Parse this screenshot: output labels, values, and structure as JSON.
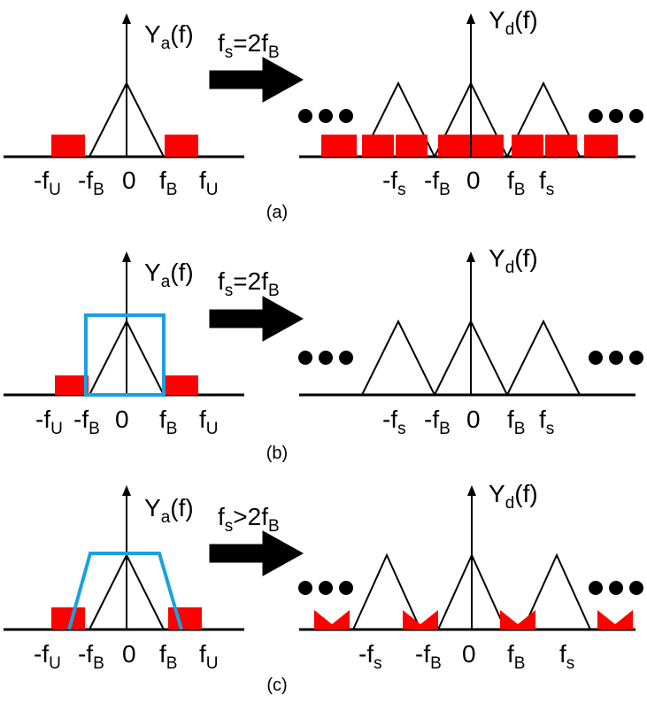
{
  "panels": [
    {
      "id": "a",
      "caption": "(a)",
      "analog": {
        "fn": "Y",
        "fn_sub": "a",
        "fn_arg": "(f)",
        "ticks": [
          {
            "sign": "-",
            "base": "f",
            "sub": "U"
          },
          {
            "sign": "-",
            "base": "f",
            "sub": "B"
          },
          {
            "sign": "",
            "base": "0",
            "sub": ""
          },
          {
            "sign": "",
            "base": "f",
            "sub": "B"
          },
          {
            "sign": "",
            "base": "f",
            "sub": "U"
          }
        ]
      },
      "arrow_label": {
        "lhs": "f",
        "lhs_sub": "s",
        "op": "=",
        "rhs": "2f",
        "rhs_sub": "B"
      },
      "digital": {
        "fn": "Y",
        "fn_sub": "d",
        "fn_arg": "(f)",
        "ticks": [
          {
            "sign": "-",
            "base": "f",
            "sub": "s"
          },
          {
            "sign": "-",
            "base": "f",
            "sub": "B"
          },
          {
            "sign": "",
            "base": "0",
            "sub": ""
          },
          {
            "sign": "",
            "base": "f",
            "sub": "B"
          },
          {
            "sign": "",
            "base": "f",
            "sub": "s"
          }
        ]
      }
    },
    {
      "id": "b",
      "caption": "(b)",
      "analog": {
        "fn": "Y",
        "fn_sub": "a",
        "fn_arg": "(f)",
        "ticks": [
          {
            "sign": "-",
            "base": "f",
            "sub": "U"
          },
          {
            "sign": "-",
            "base": "f",
            "sub": "B"
          },
          {
            "sign": "",
            "base": "0",
            "sub": ""
          },
          {
            "sign": "",
            "base": "f",
            "sub": "B"
          },
          {
            "sign": "",
            "base": "f",
            "sub": "U"
          }
        ]
      },
      "arrow_label": {
        "lhs": "f",
        "lhs_sub": "s",
        "op": "=",
        "rhs": "2f",
        "rhs_sub": "B"
      },
      "digital": {
        "fn": "Y",
        "fn_sub": "d",
        "fn_arg": "(f)",
        "ticks": [
          {
            "sign": "-",
            "base": "f",
            "sub": "s"
          },
          {
            "sign": "-",
            "base": "f",
            "sub": "B"
          },
          {
            "sign": "",
            "base": "0",
            "sub": ""
          },
          {
            "sign": "",
            "base": "f",
            "sub": "B"
          },
          {
            "sign": "",
            "base": "f",
            "sub": "s"
          }
        ]
      }
    },
    {
      "id": "c",
      "caption": "(c)",
      "analog": {
        "fn": "Y",
        "fn_sub": "a",
        "fn_arg": "(f)",
        "ticks": [
          {
            "sign": "-",
            "base": "f",
            "sub": "U"
          },
          {
            "sign": "-",
            "base": "f",
            "sub": "B"
          },
          {
            "sign": "",
            "base": "0",
            "sub": ""
          },
          {
            "sign": "",
            "base": "f",
            "sub": "B"
          },
          {
            "sign": "",
            "base": "f",
            "sub": "U"
          }
        ]
      },
      "arrow_label": {
        "lhs": "f",
        "lhs_sub": "s",
        "op": ">",
        "rhs": "2f",
        "rhs_sub": "B"
      },
      "digital": {
        "fn": "Y",
        "fn_sub": "d",
        "fn_arg": "(f)",
        "ticks": [
          {
            "sign": "-",
            "base": "f",
            "sub": "s"
          },
          {
            "sign": "-",
            "base": "f",
            "sub": "B"
          },
          {
            "sign": "",
            "base": "0",
            "sub": ""
          },
          {
            "sign": "",
            "base": "f",
            "sub": "B"
          },
          {
            "sign": "",
            "base": "f",
            "sub": "s"
          }
        ]
      }
    }
  ],
  "colors": {
    "alias": "#ff0000",
    "filter": "#1ca0e0",
    "line": "#000000"
  }
}
